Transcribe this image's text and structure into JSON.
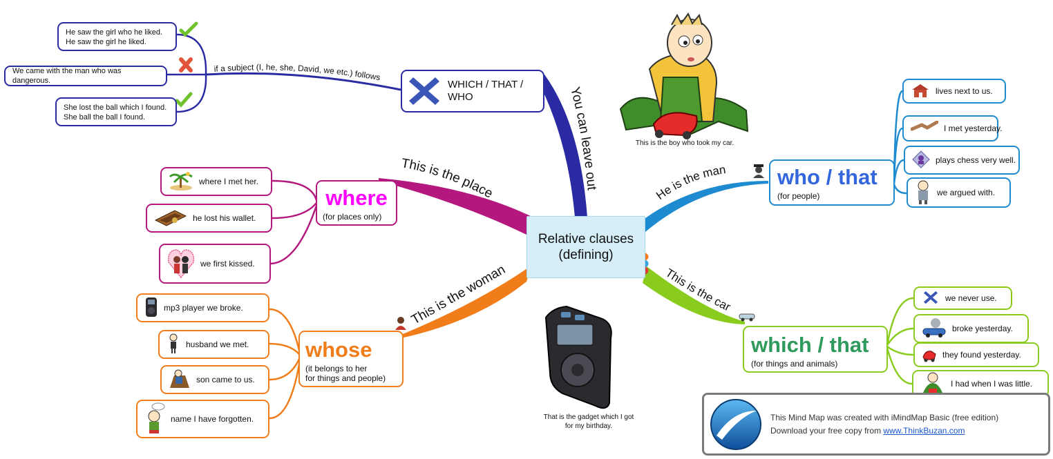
{
  "center": {
    "line1": "Relative clauses",
    "line2": "(defining)"
  },
  "branches": {
    "leave_out": "You can leave out",
    "place": "This is the place",
    "woman": "This is the woman",
    "man": "He is the man",
    "car": "This is the car",
    "subject_follows": "if a subject (I, he, she, David, we etc.) follows"
  },
  "which_that_who": {
    "label": "WHICH / THAT / WHO",
    "examples": [
      [
        "He saw the girl who he liked.",
        "He saw the girl he liked."
      ],
      [
        "We came with the man who was dangerous."
      ],
      [
        "She lost the ball which I found.",
        "She ball the ball I found."
      ]
    ]
  },
  "where": {
    "title": "where",
    "subtitle": "(for places only)",
    "items": [
      "where I met her.",
      "he lost his wallet.",
      "we first kissed."
    ]
  },
  "whose": {
    "title": "whose",
    "subtitle_line1": "(it belongs to her",
    "subtitle_line2": "for things and people)",
    "items": [
      "mp3 player we broke.",
      "husband we met.",
      "son came to us.",
      "name I have forgotten."
    ]
  },
  "who_that": {
    "title": "who / that",
    "subtitle": "(for people)",
    "items": [
      "lives next to us.",
      "I met yesterday.",
      "plays chess very well.",
      "we argued with."
    ]
  },
  "which_that": {
    "title": "which / that",
    "subtitle": "(for things and animals)",
    "items": [
      "we never use.",
      "broke yesterday.",
      "they found yesterday.",
      "I had when I was little."
    ]
  },
  "captions": {
    "boy": "This is the boy who took my car.",
    "gadget": "That is the gadget which I got for my birthday."
  },
  "footer": {
    "line1": "This Mind Map was created with iMindMap Basic (free edition)",
    "line2_prefix": "Download your free copy from ",
    "link": "www.ThinkBuzan.com"
  },
  "colors": {
    "navy": "#2a2ba3",
    "pink": "#b4187f",
    "orange": "#f07d1a",
    "blue": "#1e8bd0",
    "green": "#8acc1e",
    "magenta": "#ff00ff",
    "royal": "#3366dd",
    "teal": "#2e9b5c",
    "center_bg": "#d5eef8"
  }
}
